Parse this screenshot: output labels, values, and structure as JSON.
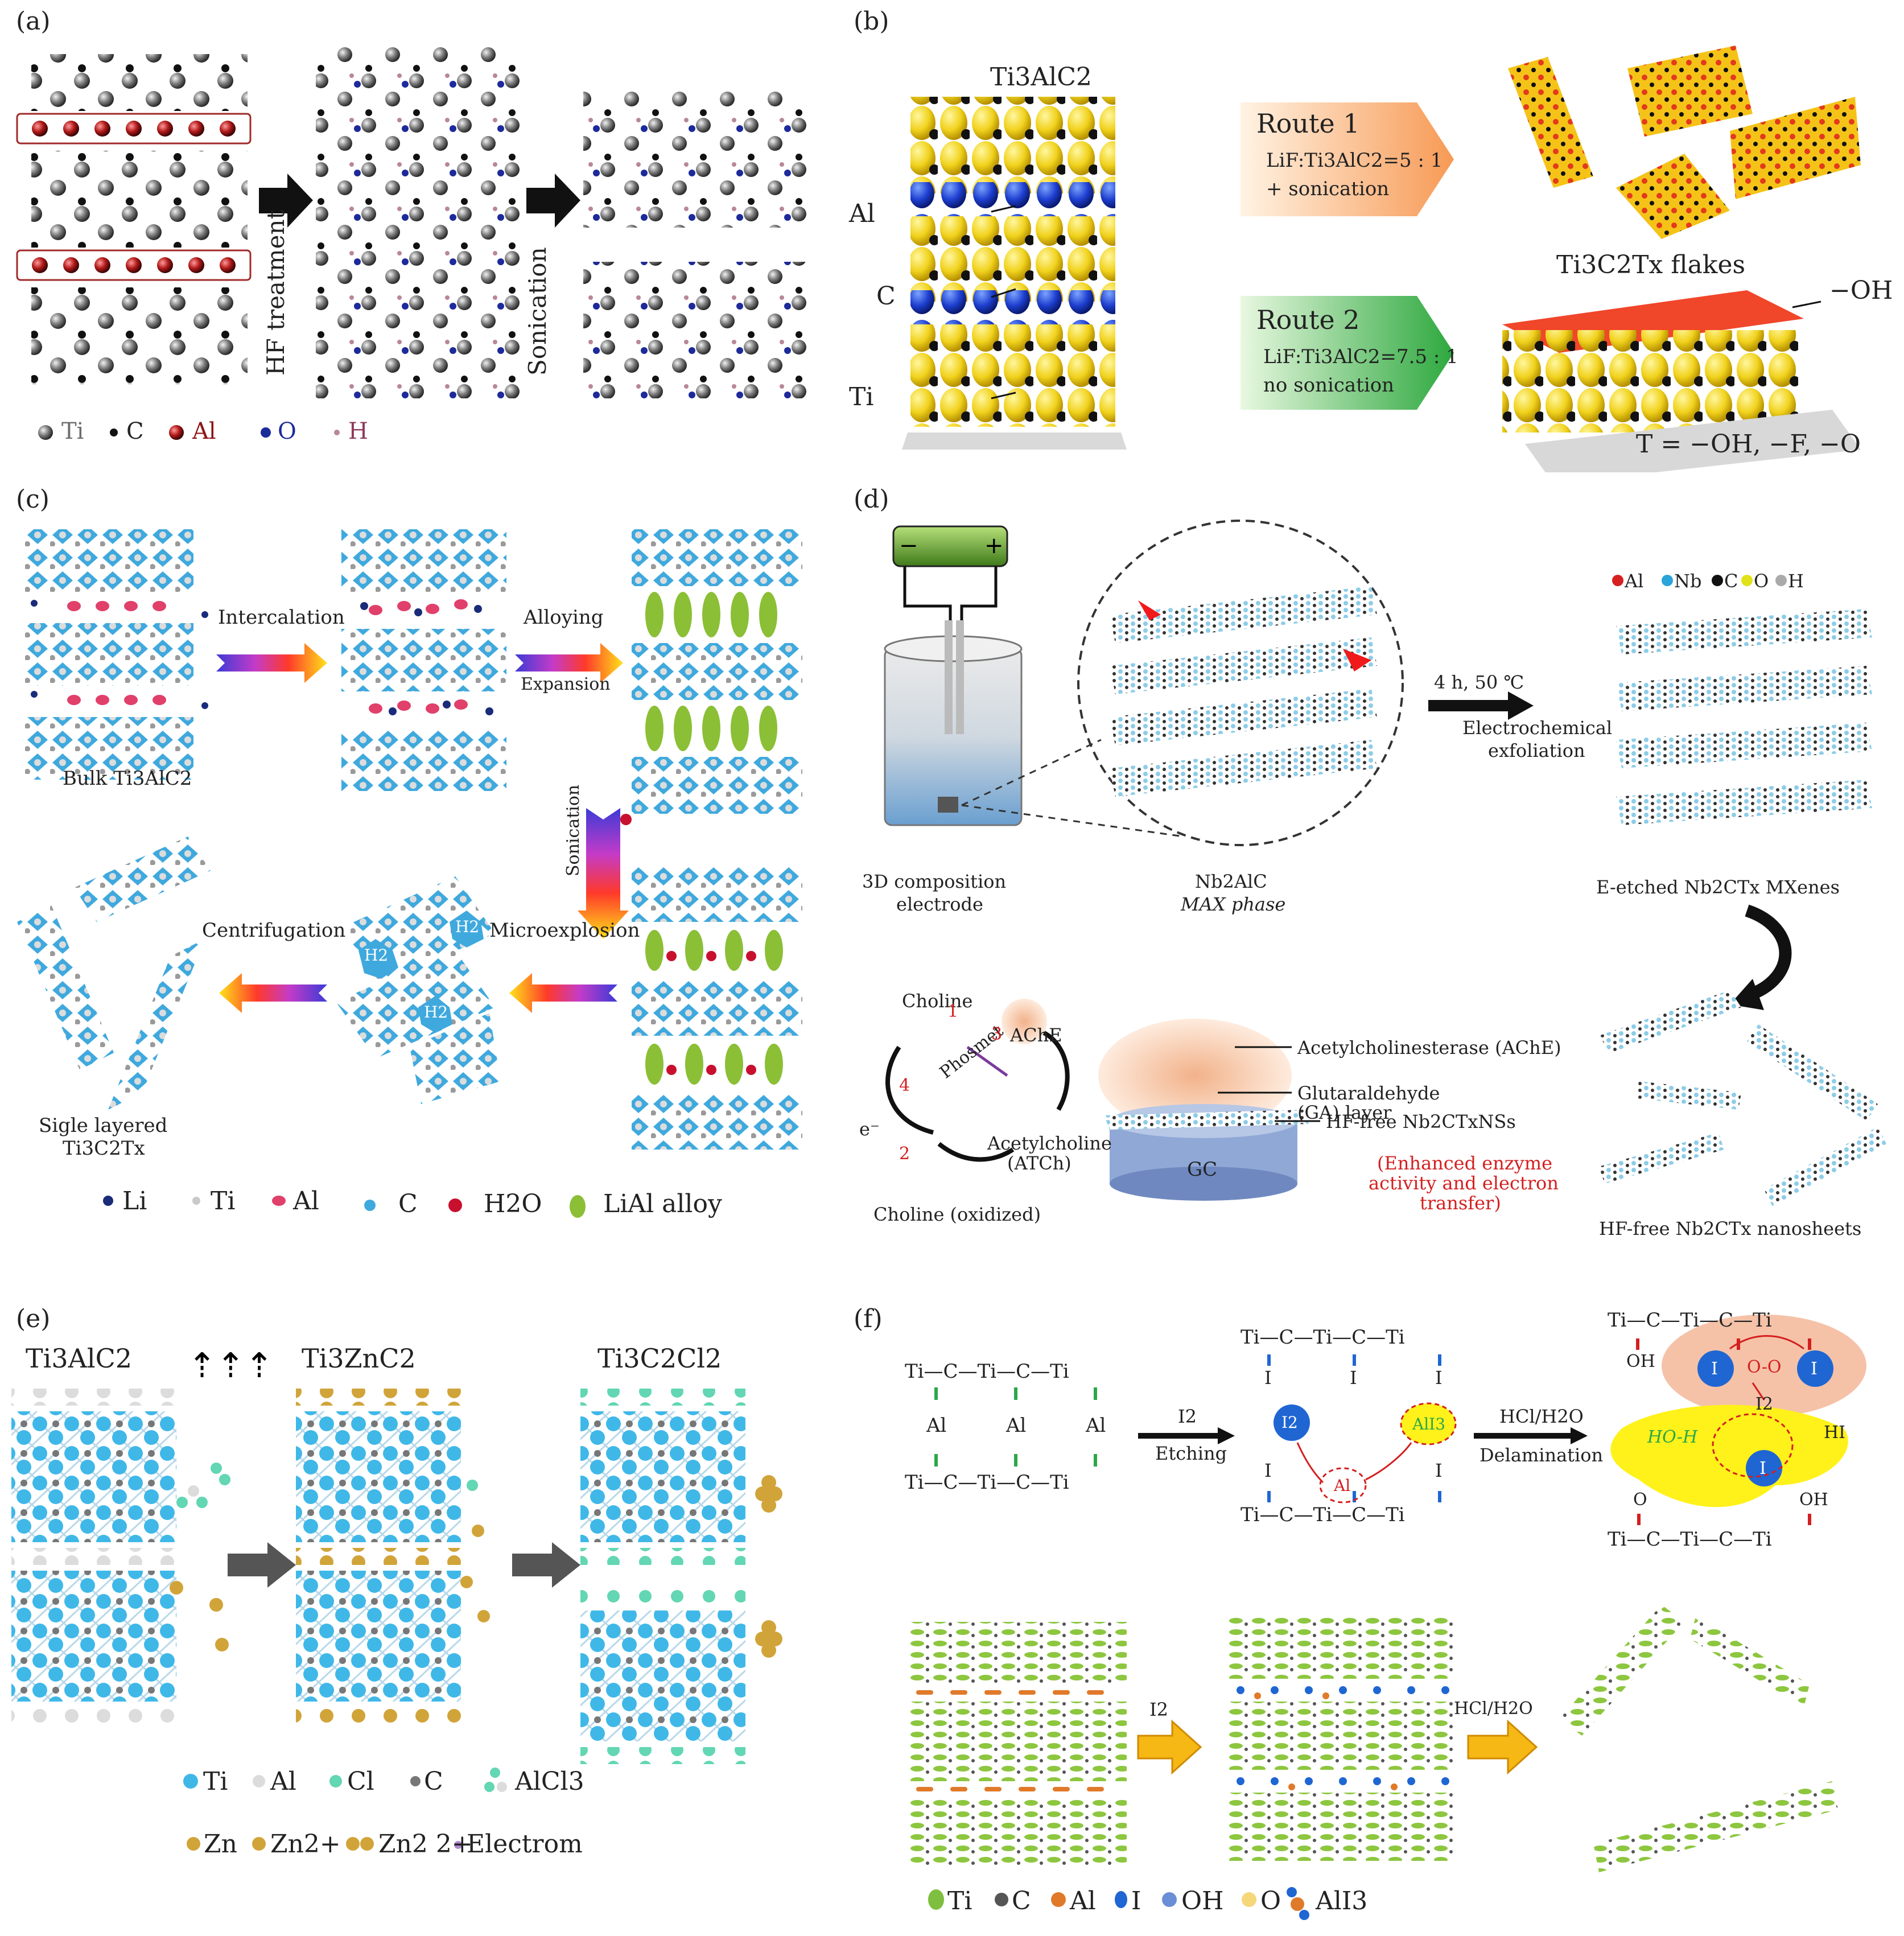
{
  "colors": {
    "ti_grey": "#6d6d6d",
    "c_black": "#111111",
    "al_red": "#8e1414",
    "o_blue": "#1d2a9a",
    "h_pink": "#b9869a",
    "yellow": "#f1d21d",
    "blue_oval": "#1e3fd0",
    "route1": "#f7a76a",
    "route2": "#47b852",
    "cyan": "#3fa9de",
    "li_navy": "#1a2b7a",
    "al_pink": "#e0406a",
    "lial_green": "#8bbf36",
    "zn_gold": "#d1a43a",
    "cl_mint": "#63d6b3",
    "i_blue": "#1f66d3",
    "all3_yellow": "#fff11a",
    "red_text": "#d41f1f"
  },
  "panel_a": {
    "label": "(a)",
    "hf_label": "HF treatment",
    "sonication_label": "Sonication",
    "legend": [
      {
        "symbol": "Ti",
        "label": "Ti",
        "color": "#6d6d6d"
      },
      {
        "symbol": "C",
        "label": "C",
        "color": "#111111"
      },
      {
        "symbol": "Al",
        "label": "Al",
        "color": "#8e1414"
      },
      {
        "symbol": "O",
        "label": "O",
        "color": "#1d2a9a"
      },
      {
        "symbol": "H",
        "label": "H",
        "color": "#b9869a"
      }
    ]
  },
  "panel_b": {
    "label": "(b)",
    "max_title": "Ti3AlC2",
    "atom_labels": [
      "Al",
      "C",
      "Ti"
    ],
    "route1_title": "Route 1",
    "route1_line1": "LiF:Ti3AlC2=5 : 1",
    "route1_line2": "+ sonication",
    "route2_title": "Route 2",
    "route2_line1": "LiF:Ti3AlC2=7.5 : 1",
    "route2_line2": "no sonication",
    "flakes_label": "Ti3C2Tx flakes",
    "oh_label": "−OH",
    "t_label": "T = −OH, −F, −O"
  },
  "panel_c": {
    "label": "(c)",
    "bulk_label": "Bulk Ti3AlC2",
    "intercalation": "Intercalation",
    "alloying": "Alloying",
    "expansion": "Expansion",
    "sonication": "Sonication",
    "microexplosion": "Microexplosion",
    "centrifugation": "Centrifugation",
    "single_label_1": "Sigle layered",
    "single_label_2": "Ti3C2Tx",
    "h2": "H2",
    "legend": [
      {
        "label": "Li",
        "color": "#1a2b7a"
      },
      {
        "label": "Ti",
        "color": "#c9c9c9"
      },
      {
        "label": "Al",
        "color": "#e0406a"
      },
      {
        "label": "C",
        "color": "#3fa9de"
      },
      {
        "label": "H2O",
        "color": "#c8102e"
      },
      {
        "label": "LiAl alloy",
        "color": "#8bbf36"
      }
    ]
  },
  "panel_d": {
    "label": "(d)",
    "electrode_label_1": "3D composition",
    "electrode_label_2": "electrode",
    "max_label_1": "Nb2AlC",
    "max_label_2": "MAX phase",
    "condition": "4 h, 50 ℃",
    "process_1": "Electrochemical",
    "process_2": "exfoliation",
    "etched_label": "E-etched Nb2CTx MXenes",
    "nanosheets_label": "HF-free Nb2CTx nanosheets",
    "legend": [
      {
        "label": "Al",
        "color": "#d62020"
      },
      {
        "label": "Nb",
        "color": "#2aa4d9"
      },
      {
        "label": "C",
        "color": "#111111"
      },
      {
        "label": "O",
        "color": "#e2e21a"
      },
      {
        "label": "H",
        "color": "#aaaaaa"
      }
    ],
    "choline": "Choline",
    "ache": "AChE",
    "phosmet": "Phosmet",
    "acetylcholine_1": "Acetylcholine",
    "acetylcholine_2": "(ATCh)",
    "choline_ox": "Choline (oxidized)",
    "electron": "e⁻",
    "steps": [
      "1",
      "2",
      "3",
      "4"
    ],
    "ache_full": "Acetylcholinesterase (AChE)",
    "ga_1": "Glutaraldehyde",
    "ga_2": "(GA) layer",
    "hf_free_ns": "HF-free Nb2CTxNSs",
    "gc": "GC",
    "enhanced_1": "(Enhanced enzyme",
    "enhanced_2": "activity and electron",
    "enhanced_3": "transfer)"
  },
  "panel_e": {
    "label": "(e)",
    "title_1": "Ti3AlC2",
    "title_2": "Ti3ZnC2",
    "title_3": "Ti3C2Cl2",
    "legend_row1": [
      {
        "label": "Ti",
        "color": "#3fb8e8"
      },
      {
        "label": "Al",
        "color": "#cfcfcf"
      },
      {
        "label": "Cl",
        "color": "#63d6b3"
      },
      {
        "label": "C",
        "color": "#777777"
      },
      {
        "label": "AlCl3",
        "color": "#63d6b3"
      }
    ],
    "legend_row2": [
      {
        "label": "Zn",
        "color": "#d1a43a"
      },
      {
        "label": "Zn2+",
        "color": "#d1a43a"
      },
      {
        "label": "Zn2 2+",
        "color": "#d1a43a"
      },
      {
        "label": "Electrom",
        "color": "#b08ad0"
      }
    ]
  },
  "panel_f": {
    "label": "(f)",
    "chain_top": "Ti—C—Ti—C—Ti",
    "al": "Al",
    "i": "I",
    "i2": "I2",
    "etching": "Etching",
    "all3": "AlI3",
    "hcl": "HCl/H2O",
    "delamination": "Delamination",
    "oh": "OH",
    "o": "O",
    "oo": "O-O",
    "hoh": "HO-H",
    "hi": "HI",
    "legend": [
      {
        "label": "Ti",
        "color": "#7fbf3f"
      },
      {
        "label": "C",
        "color": "#555555"
      },
      {
        "label": "Al",
        "color": "#e07a2a"
      },
      {
        "label": "I",
        "color": "#1f66d3"
      },
      {
        "label": "OH",
        "color": "#6b8fd6"
      },
      {
        "label": "O",
        "color": "#f5d77a"
      },
      {
        "label": "AlI3",
        "color": "#1f66d3"
      }
    ]
  }
}
